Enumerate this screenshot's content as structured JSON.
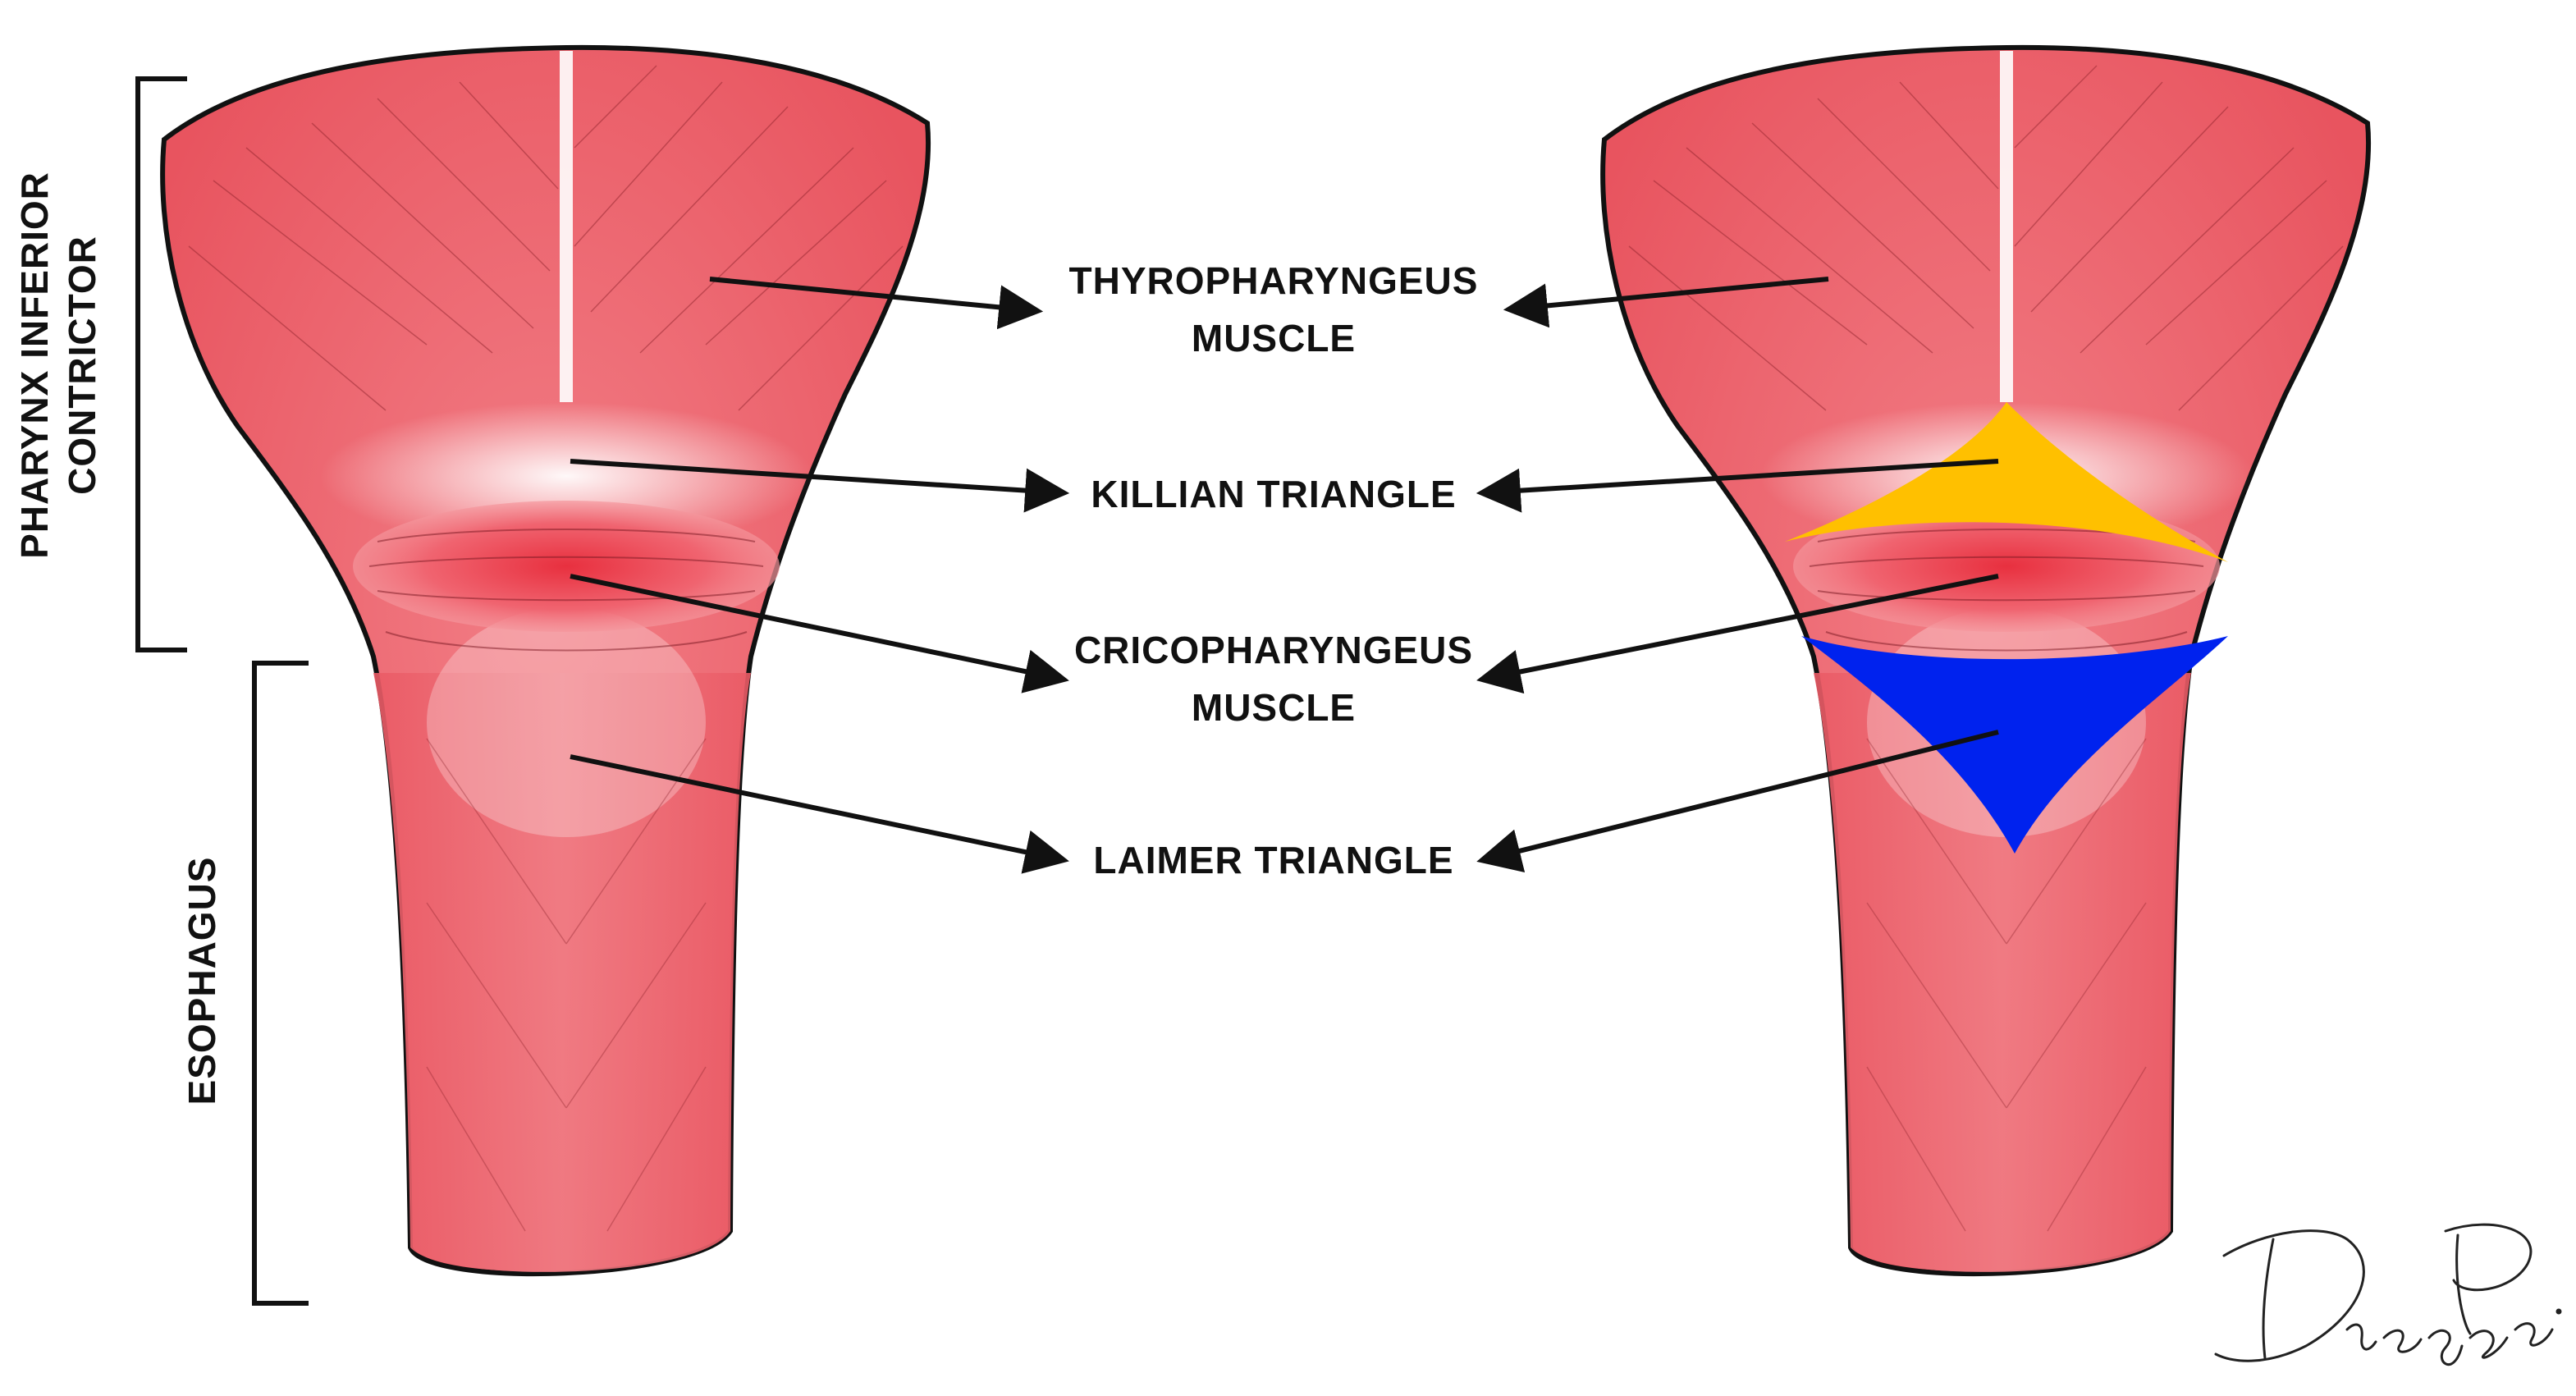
{
  "colors": {
    "muscle": "#ef6b73",
    "muscle_dark": "#e13c4a",
    "outline": "#111111",
    "killian_fill": "#ffc000",
    "laimer_fill": "#0022ee"
  },
  "side_labels": {
    "pharynx_line1": "PHARYNX INFERIOR",
    "pharynx_line2": "CONTRICTOR",
    "esophagus": "ESOPHAGUS"
  },
  "labels": {
    "thyro_line1": "THYROPHARYNGEUS",
    "thyro_line2": "MUSCLE",
    "killian": "KILLIAN TRIANGLE",
    "crico_line1": "CRICOPHARYNGEUS",
    "crico_line2": "MUSCLE",
    "laimer": "LAIMER TRIANGLE"
  },
  "signature": "Diego Panci"
}
